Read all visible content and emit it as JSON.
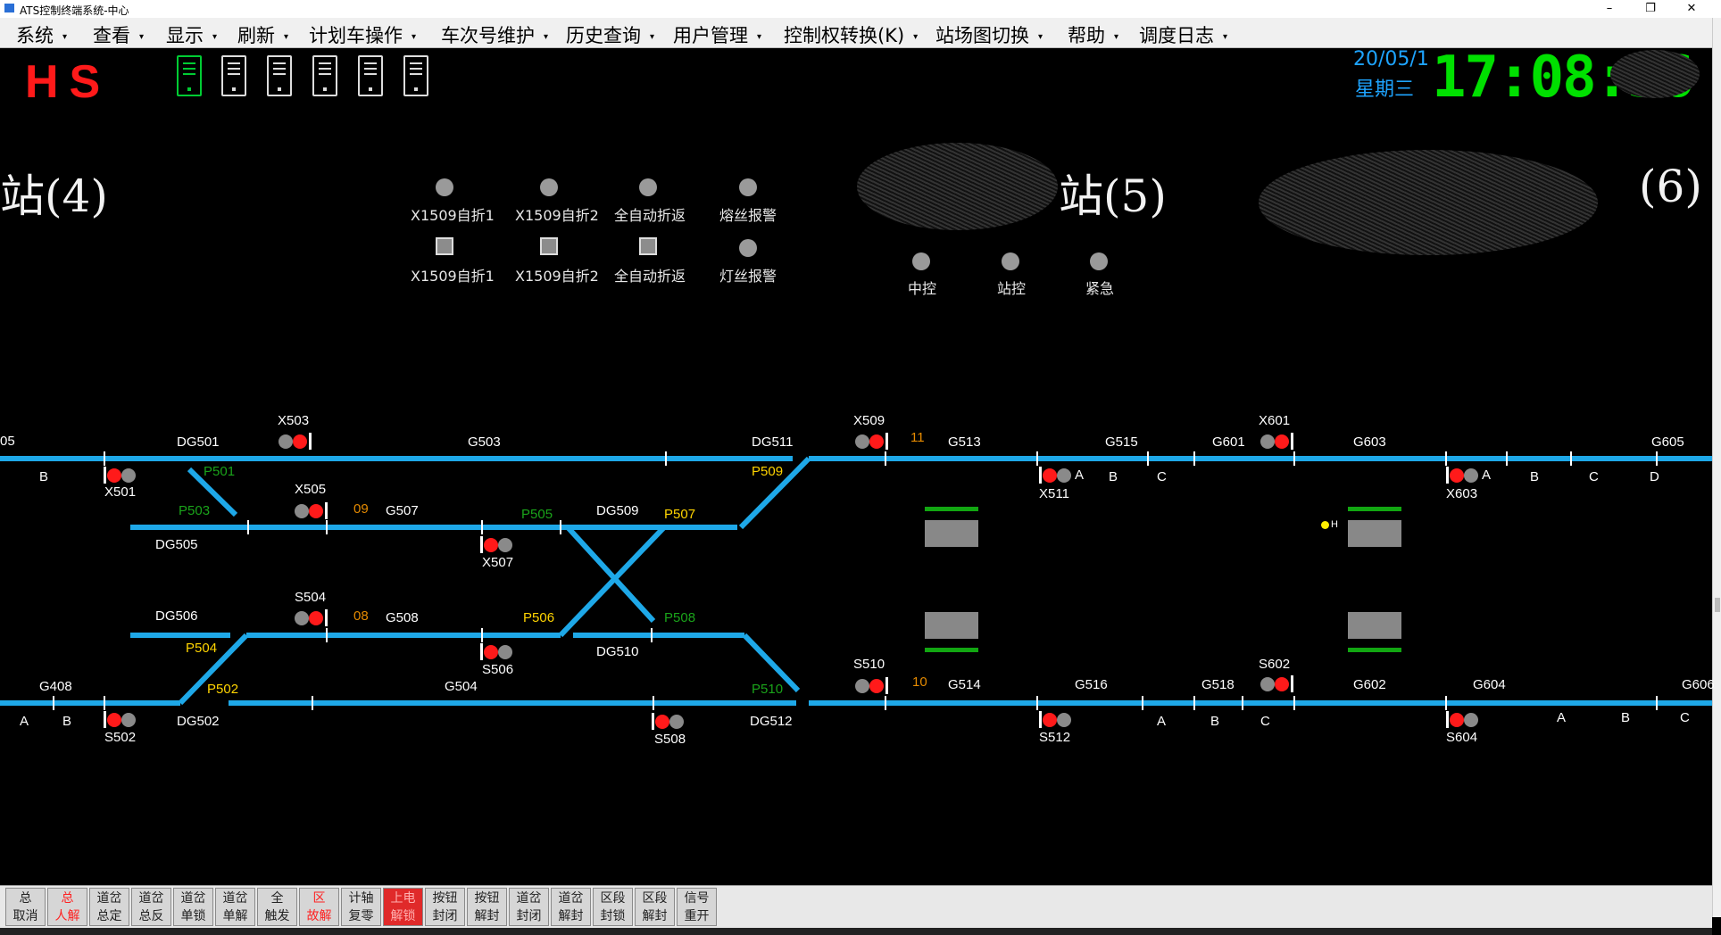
{
  "window": {
    "title": "ATS控制终端系统-中心",
    "controls": [
      "–",
      "❐",
      "✕"
    ]
  },
  "menu": [
    {
      "label": "系统"
    },
    {
      "label": "查看"
    },
    {
      "label": "显示"
    },
    {
      "label": "刷新"
    },
    {
      "label": "计划车操作"
    },
    {
      "label": "车次号维护"
    },
    {
      "label": "历史查询"
    },
    {
      "label": "用户管理"
    },
    {
      "label": "控制权转换(K)"
    },
    {
      "label": "站场图切换"
    },
    {
      "label": "帮助"
    },
    {
      "label": "调度日志"
    }
  ],
  "header": {
    "logo_text": "HS",
    "servers": [
      {
        "icon": "server-icon",
        "status": "active"
      },
      {
        "icon": "server-icon",
        "status": "normal"
      },
      {
        "icon": "server-icon",
        "status": "normal"
      },
      {
        "icon": "server-icon",
        "status": "normal"
      },
      {
        "icon": "server-icon",
        "status": "normal"
      },
      {
        "icon": "server-icon",
        "status": "normal"
      }
    ],
    "date": "20/05/1",
    "weekday": "星期三",
    "time": "17:08:36"
  },
  "stations": [
    {
      "label": "站(4)"
    },
    {
      "label": "站(5)"
    },
    {
      "label": "(6)"
    }
  ],
  "indicators": {
    "row1": [
      {
        "label": "X1509自折1"
      },
      {
        "label": "X1509自折2"
      },
      {
        "label": "全自动折返"
      },
      {
        "label": "熔丝报警"
      }
    ],
    "row2": [
      {
        "label": "X1509自折1"
      },
      {
        "label": "X1509自折2"
      },
      {
        "label": "全自动折返"
      },
      {
        "label": "灯丝报警"
      }
    ],
    "control_mode": [
      {
        "label": "中控"
      },
      {
        "label": "站控"
      },
      {
        "label": "紧急"
      }
    ]
  },
  "track_labels": {
    "t_05": "05",
    "t_B1": "B",
    "DG501": "DG501",
    "X503": "X503",
    "G503": "G503",
    "DG511": "DG511",
    "X509": "X509",
    "n11": "11",
    "G513": "G513",
    "G515": "G515",
    "G601": "G601",
    "X601": "X601",
    "G603": "G603",
    "G605": "G605",
    "X501": "X501",
    "P501": "P501",
    "P509": "P509",
    "X505": "X505",
    "n09": "09",
    "G507": "G507",
    "P503": "P503",
    "P505": "P505",
    "DG509": "DG509",
    "P507": "P507",
    "X511": "X511",
    "A511": "A",
    "B511": "B",
    "C511": "C",
    "X603": "X603",
    "A603": "A",
    "B603": "B",
    "C603": "C",
    "D603": "D",
    "Hmark": "H",
    "DG505": "DG505",
    "X507": "X507",
    "DG506": "DG506",
    "S504": "S504",
    "n08": "08",
    "G508": "G508",
    "P506": "P506",
    "P508": "P508",
    "P504": "P504",
    "DG510": "DG510",
    "S506": "S506",
    "G408": "G408",
    "P502": "P502",
    "G504": "G504",
    "P510": "P510",
    "S510": "S510",
    "n10": "10",
    "G514": "G514",
    "G516": "G516",
    "G518": "G518",
    "S602": "S602",
    "G602": "G602",
    "G604": "G604",
    "G606": "G606",
    "A408": "A",
    "B408": "B",
    "S502": "S502",
    "DG502": "DG502",
    "S508": "S508",
    "DG512": "DG512",
    "S512": "S512",
    "A512": "A",
    "B512": "B",
    "C512": "C",
    "S604": "S604",
    "A604": "A",
    "B604": "B",
    "C604": "C"
  },
  "toolbar": [
    {
      "line1": "总",
      "line2": "取消"
    },
    {
      "line1": "总",
      "line2": "人解"
    },
    {
      "line1": "道岔",
      "line2": "总定"
    },
    {
      "line1": "道岔",
      "line2": "总反"
    },
    {
      "line1": "道岔",
      "line2": "单锁"
    },
    {
      "line1": "道岔",
      "line2": "单解"
    },
    {
      "line1": "全",
      "line2": "触发"
    },
    {
      "line1": "区",
      "line2": "故解"
    },
    {
      "line1": "计轴",
      "line2": "复零"
    },
    {
      "line1": "上电",
      "line2": "解锁"
    },
    {
      "line1": "按钮",
      "line2": "封闭"
    },
    {
      "line1": "按钮",
      "line2": "解封"
    },
    {
      "line1": "道岔",
      "line2": "封闭"
    },
    {
      "line1": "道岔",
      "line2": "解封"
    },
    {
      "line1": "区段",
      "line2": "封锁"
    },
    {
      "line1": "区段",
      "line2": "解封"
    },
    {
      "line1": "信号",
      "line2": "重开"
    }
  ],
  "colors": {
    "track": "#1ea8e8",
    "signal_red": "#ff1a1a",
    "signal_off": "#8a8a8a",
    "clock": "#00e000",
    "date": "#1ea4ff",
    "logo": "#ff1a1a"
  }
}
